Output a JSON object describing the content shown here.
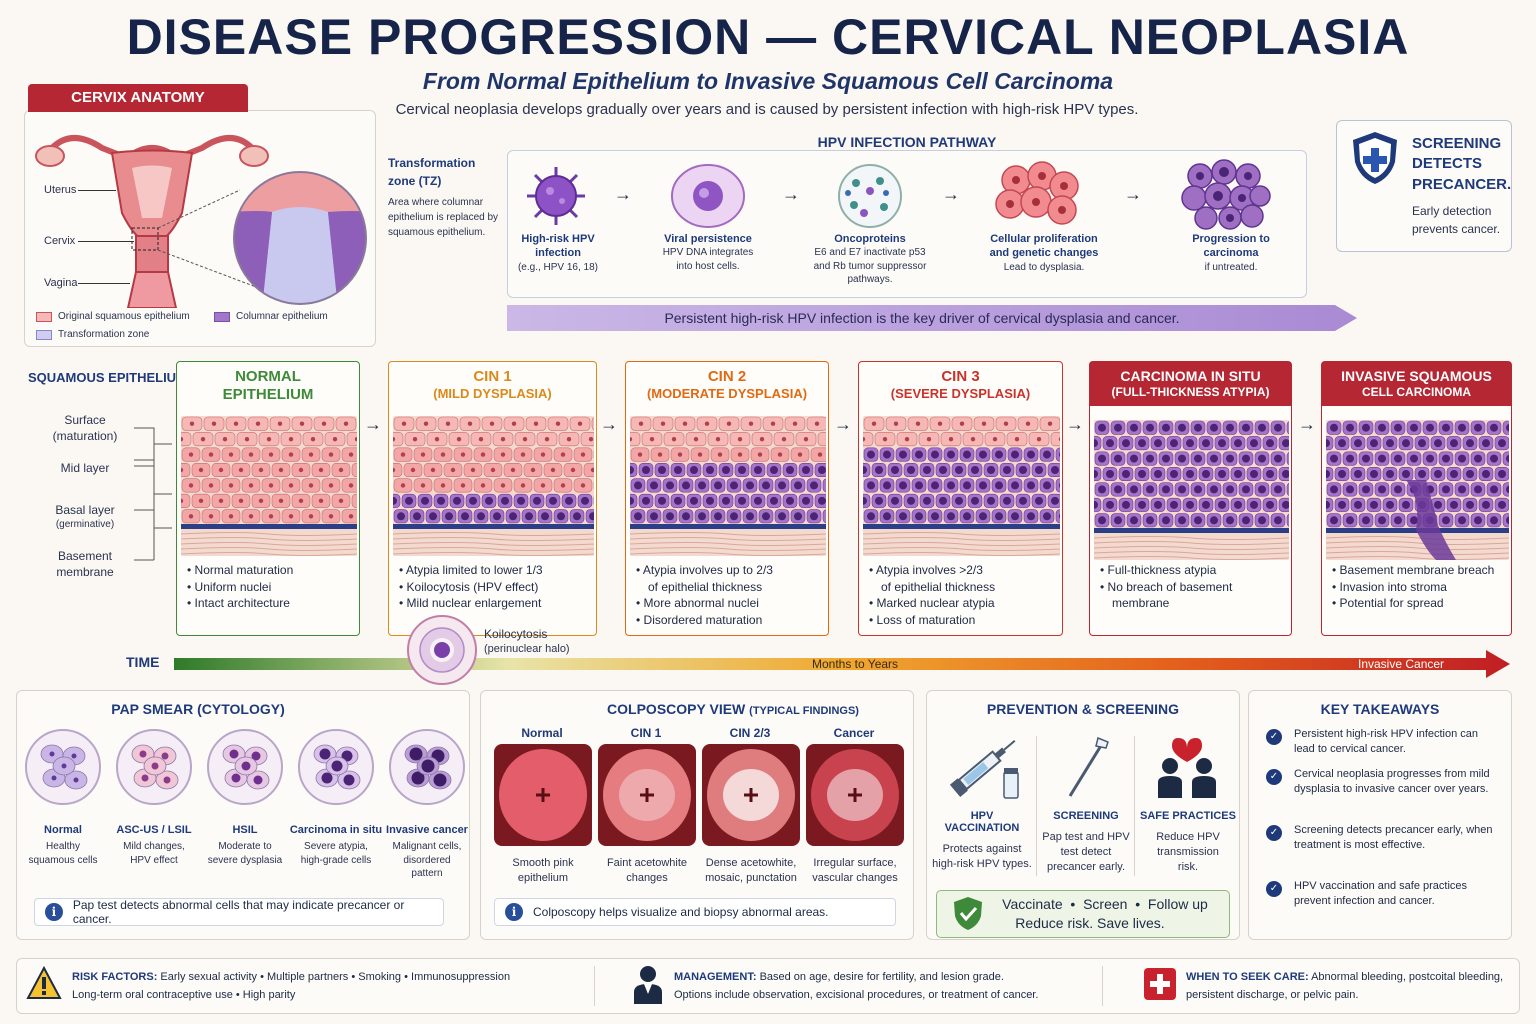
{
  "header": {
    "title": "DISEASE PROGRESSION — CERVICAL NEOPLASIA",
    "subtitle": "From Normal Epithelium to Invasive Squamous Cell Carcinoma",
    "intro": "Cervical neoplasia develops gradually over years and is caused by persistent infection with high-risk HPV types."
  },
  "anatomy": {
    "tab": "CERVIX ANATOMY",
    "labels": [
      "Uterus",
      "Cervix",
      "Vagina"
    ],
    "legend": [
      "Original squamous epithelium",
      "Columnar epithelium",
      "Transformation zone"
    ],
    "tz_title": "Transformation zone (TZ)",
    "tz_desc": "Area where columnar epithelium is replaced by squamous epithelium."
  },
  "hpv": {
    "title": "HPV INFECTION PATHWAY",
    "steps": [
      {
        "label": "High-risk HPV infection",
        "desc": "(e.g., HPV 16, 18)"
      },
      {
        "label": "Viral persistence",
        "desc": "HPV DNA integrates into host cells."
      },
      {
        "label": "Oncoproteins",
        "desc": "E6 and E7 inactivate p53 and Rb tumor suppressor pathways."
      },
      {
        "label": "Cellular proliferation and genetic changes",
        "desc": "Lead to dysplasia."
      },
      {
        "label": "Progression to carcinoma",
        "desc": "if untreated."
      }
    ],
    "banner": "Persistent high-risk HPV infection is the key driver of cervical dysplasia and cancer."
  },
  "screening_box": {
    "title": "SCREENING DETECTS PRECANCER.",
    "desc": "Early detection prevents cancer."
  },
  "layers": {
    "title": "SQUAMOUS EPITHELIUM",
    "items": [
      {
        "name": "Surface",
        "sub": "(maturation)"
      },
      {
        "name": "Mid layer",
        "sub": ""
      },
      {
        "name": "Basal layer",
        "sub": "(germinative)"
      },
      {
        "name": "Basement",
        "sub": "membrane"
      }
    ]
  },
  "stages": [
    {
      "title": "NORMAL",
      "sub": "EPITHELIUM",
      "color": "#3e8a3a",
      "bullets": [
        "Normal maturation",
        "Uniform nuclei",
        "Intact architecture"
      ]
    },
    {
      "title": "CIN 1",
      "sub": "(MILD DYSPLASIA)",
      "color": "#d98a1c",
      "bullets": [
        "Atypia limited to lower 1/3",
        "Koilocytosis (HPV effect)",
        "Mild nuclear enlargement"
      ]
    },
    {
      "title": "CIN 2",
      "sub": "(MODERATE DYSPLASIA)",
      "color": "#e06a12",
      "bullets": [
        "Atypia involves up to 2/3",
        "of epithelial thickness",
        "More abnormal nuclei",
        "Disordered maturation"
      ]
    },
    {
      "title": "CIN 3",
      "sub": "(SEVERE DYSPLASIA)",
      "color": "#c8342c",
      "bullets": [
        "Atypia involves >2/3",
        "of epithelial thickness",
        "Marked nuclear atypia",
        "Loss of maturation"
      ]
    },
    {
      "title": "CARCINOMA IN SITU",
      "sub": "(FULL-THICKNESS ATYPIA)",
      "color": "#b42733",
      "bullets": [
        "Full-thickness atypia",
        "No breach of basement",
        "membrane"
      ]
    },
    {
      "title": "INVASIVE SQUAMOUS",
      "sub": "CELL CARCINOMA",
      "color": "#b42733",
      "bullets": [
        "Basement membrane breach",
        "Invasion into stroma",
        "Potential for spread"
      ]
    }
  ],
  "koilocyte": {
    "title": "Koilocytosis",
    "sub": "(perinuclear halo)"
  },
  "timeline": {
    "label": "TIME",
    "middle": "Months to Years",
    "end": "Invasive Cancer"
  },
  "pap": {
    "title": "PAP SMEAR (CYTOLOGY)",
    "items": [
      {
        "label": "Normal",
        "desc": "Healthy squamous cells"
      },
      {
        "label": "ASC-US / LSIL",
        "desc": "Mild changes, HPV effect"
      },
      {
        "label": "HSIL",
        "desc": "Moderate to severe dysplasia"
      },
      {
        "label": "Carcinoma in situ",
        "desc": "Severe atypia, high-grade cells"
      },
      {
        "label": "Invasive cancer",
        "desc": "Malignant cells, disordered pattern"
      }
    ],
    "note": "Pap test detects abnormal cells that may indicate precancer or cancer."
  },
  "colposcopy": {
    "title": "COLPOSCOPY VIEW",
    "title_small": "(TYPICAL FINDINGS)",
    "items": [
      {
        "label": "Normal",
        "desc": "Smooth pink epithelium"
      },
      {
        "label": "CIN 1",
        "desc": "Faint acetowhite changes"
      },
      {
        "label": "CIN 2/3",
        "desc": "Dense acetowhite, mosaic, punctation"
      },
      {
        "label": "Cancer",
        "desc": "Irregular surface, vascular changes"
      }
    ],
    "note": "Colposcopy helps visualize and biopsy abnormal areas."
  },
  "prevention": {
    "title": "PREVENTION & SCREENING",
    "items": [
      {
        "label": "HPV VACCINATION",
        "desc": "Protects against high-risk HPV types."
      },
      {
        "label": "SCREENING",
        "desc": "Pap test and HPV test detect precancer early."
      },
      {
        "label": "SAFE PRACTICES",
        "desc": "Reduce HPV transmission risk."
      }
    ],
    "slogan1": "Vaccinate  •  Screen  •  Follow up",
    "slogan2": "Reduce risk. Save lives."
  },
  "takeaways": {
    "title": "KEY TAKEAWAYS",
    "items": [
      "Persistent high-risk HPV infection can lead to cervical cancer.",
      "Cervical neoplasia progresses from mild dysplasia to invasive cancer over years.",
      "Screening detects precancer early, when treatment is most effective.",
      "HPV vaccination and safe practices prevent infection and cancer."
    ]
  },
  "footer": {
    "risk_label": "RISK FACTORS:",
    "risk_text1": "Early sexual activity • Multiple partners • Smoking • Immunosuppression",
    "risk_text2": "Long-term oral contraceptive use • High parity",
    "mgmt_label": "MANAGEMENT:",
    "mgmt_text1": "Based on age, desire for fertility, and lesion grade.",
    "mgmt_text2": "Options include observation, excisional procedures, or treatment of cancer.",
    "care_label": "WHEN TO SEEK CARE:",
    "care_text1": "Abnormal bleeding, postcoital bleeding,",
    "care_text2": "persistent discharge, or pelvic pain."
  }
}
